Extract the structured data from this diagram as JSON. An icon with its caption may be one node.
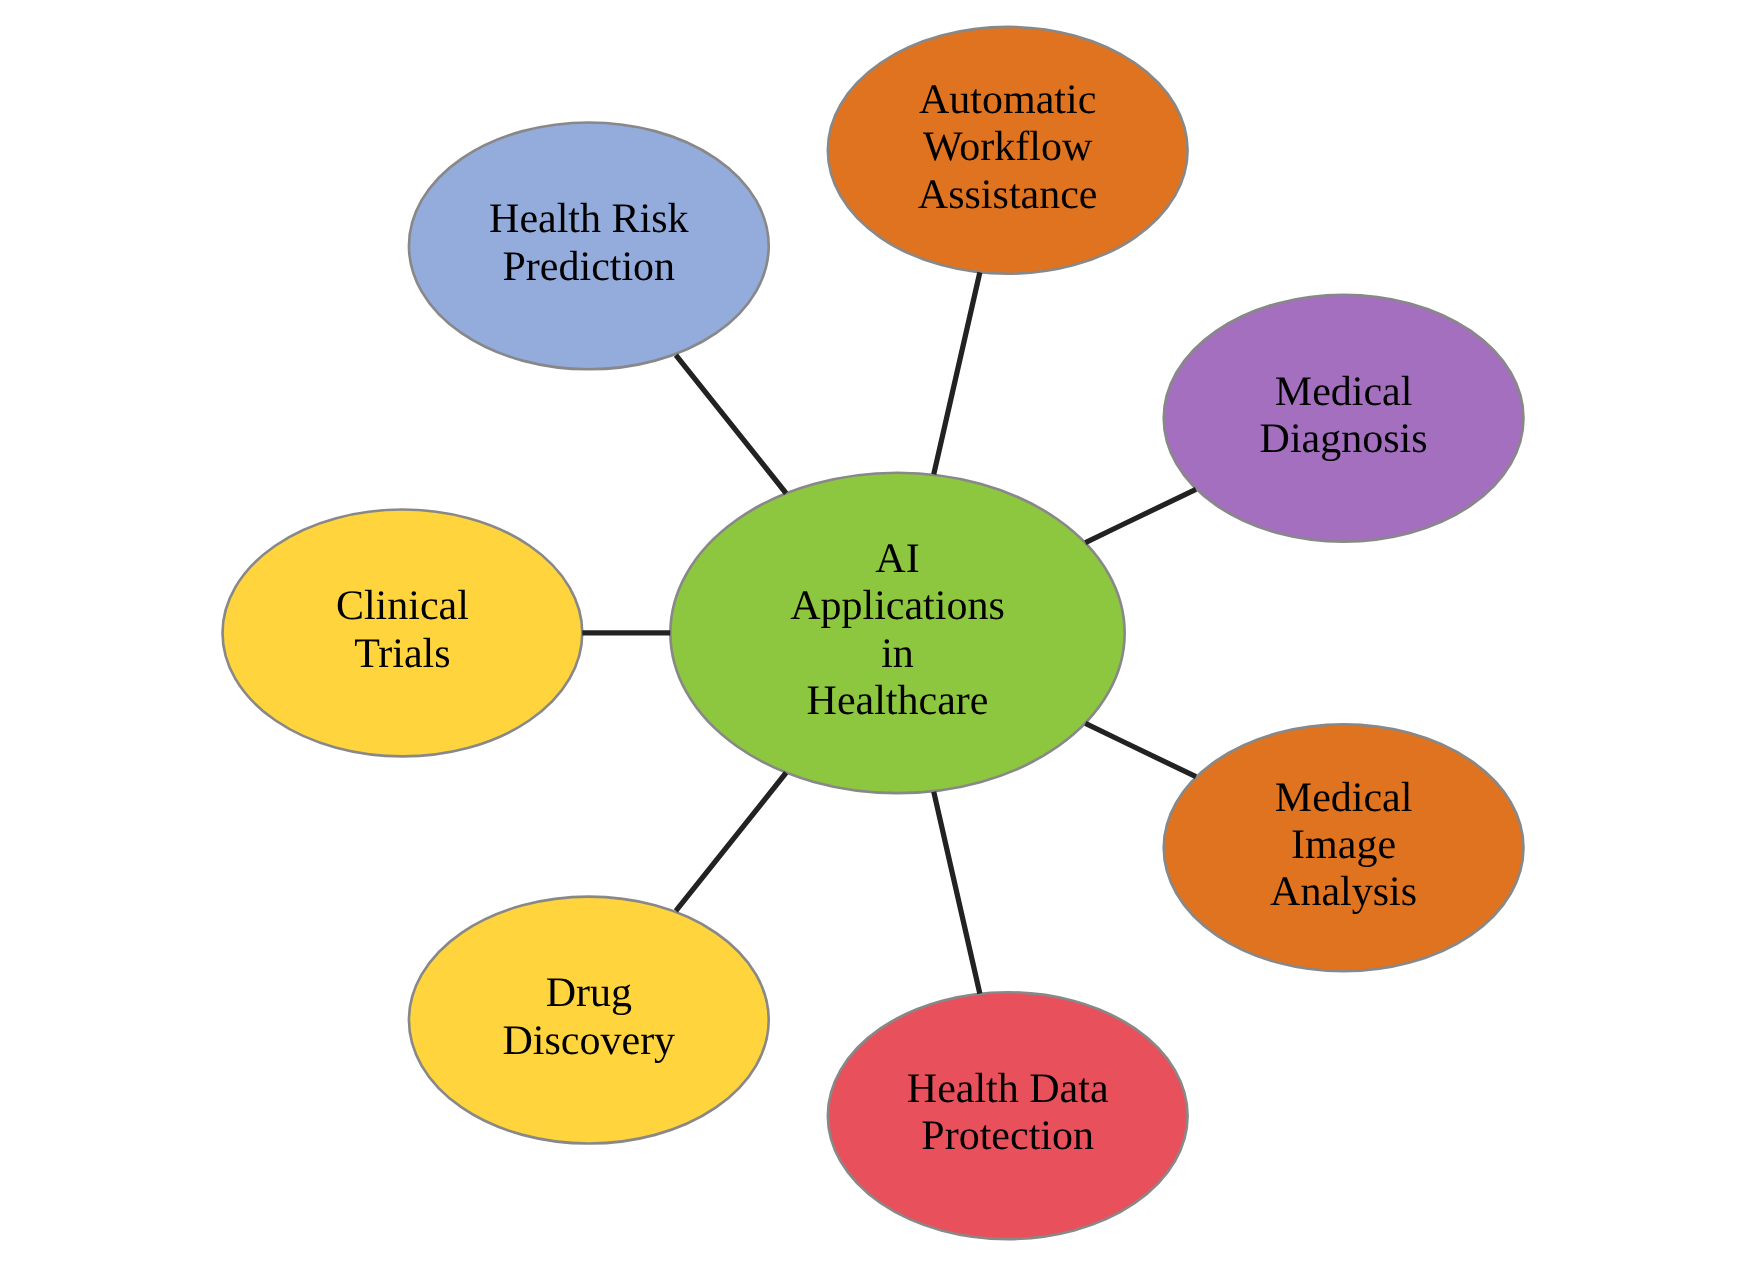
{
  "diagram": {
    "nodes": [
      {
        "text": [
          "AI Applications in Healthcare"
        ]
      },
      {
        "text": [
          "Medical Diagnosis"
        ]
      },
      {
        "text": [
          "Automatic Workflow Assistance"
        ]
      },
      {
        "text": [
          "Health Risk Prediction"
        ]
      },
      {
        "text": [
          "Clinical Trials"
        ]
      },
      {
        "text": [
          "Drug Discovery"
        ]
      },
      {
        "text": [
          "Health Data Protection"
        ]
      },
      {
        "text": [
          "Medical Image Analysis"
        ]
      }
    ],
    "edges": [
      {
        "from": 0,
        "to": 1,
        "arrow": "none"
      },
      {
        "from": 0,
        "to": 3,
        "arrow": "none"
      },
      {
        "from": 0,
        "to": 5,
        "arrow": "none"
      },
      {
        "from": 0,
        "to": 7,
        "arrow": "none"
      },
      {
        "from": 0,
        "to": 6,
        "arrow": "none"
      },
      {
        "from": 0,
        "to": 4,
        "arrow": "none"
      },
      {
        "from": 0,
        "to": 2,
        "arrow": "none"
      }
    ]
  }
}
